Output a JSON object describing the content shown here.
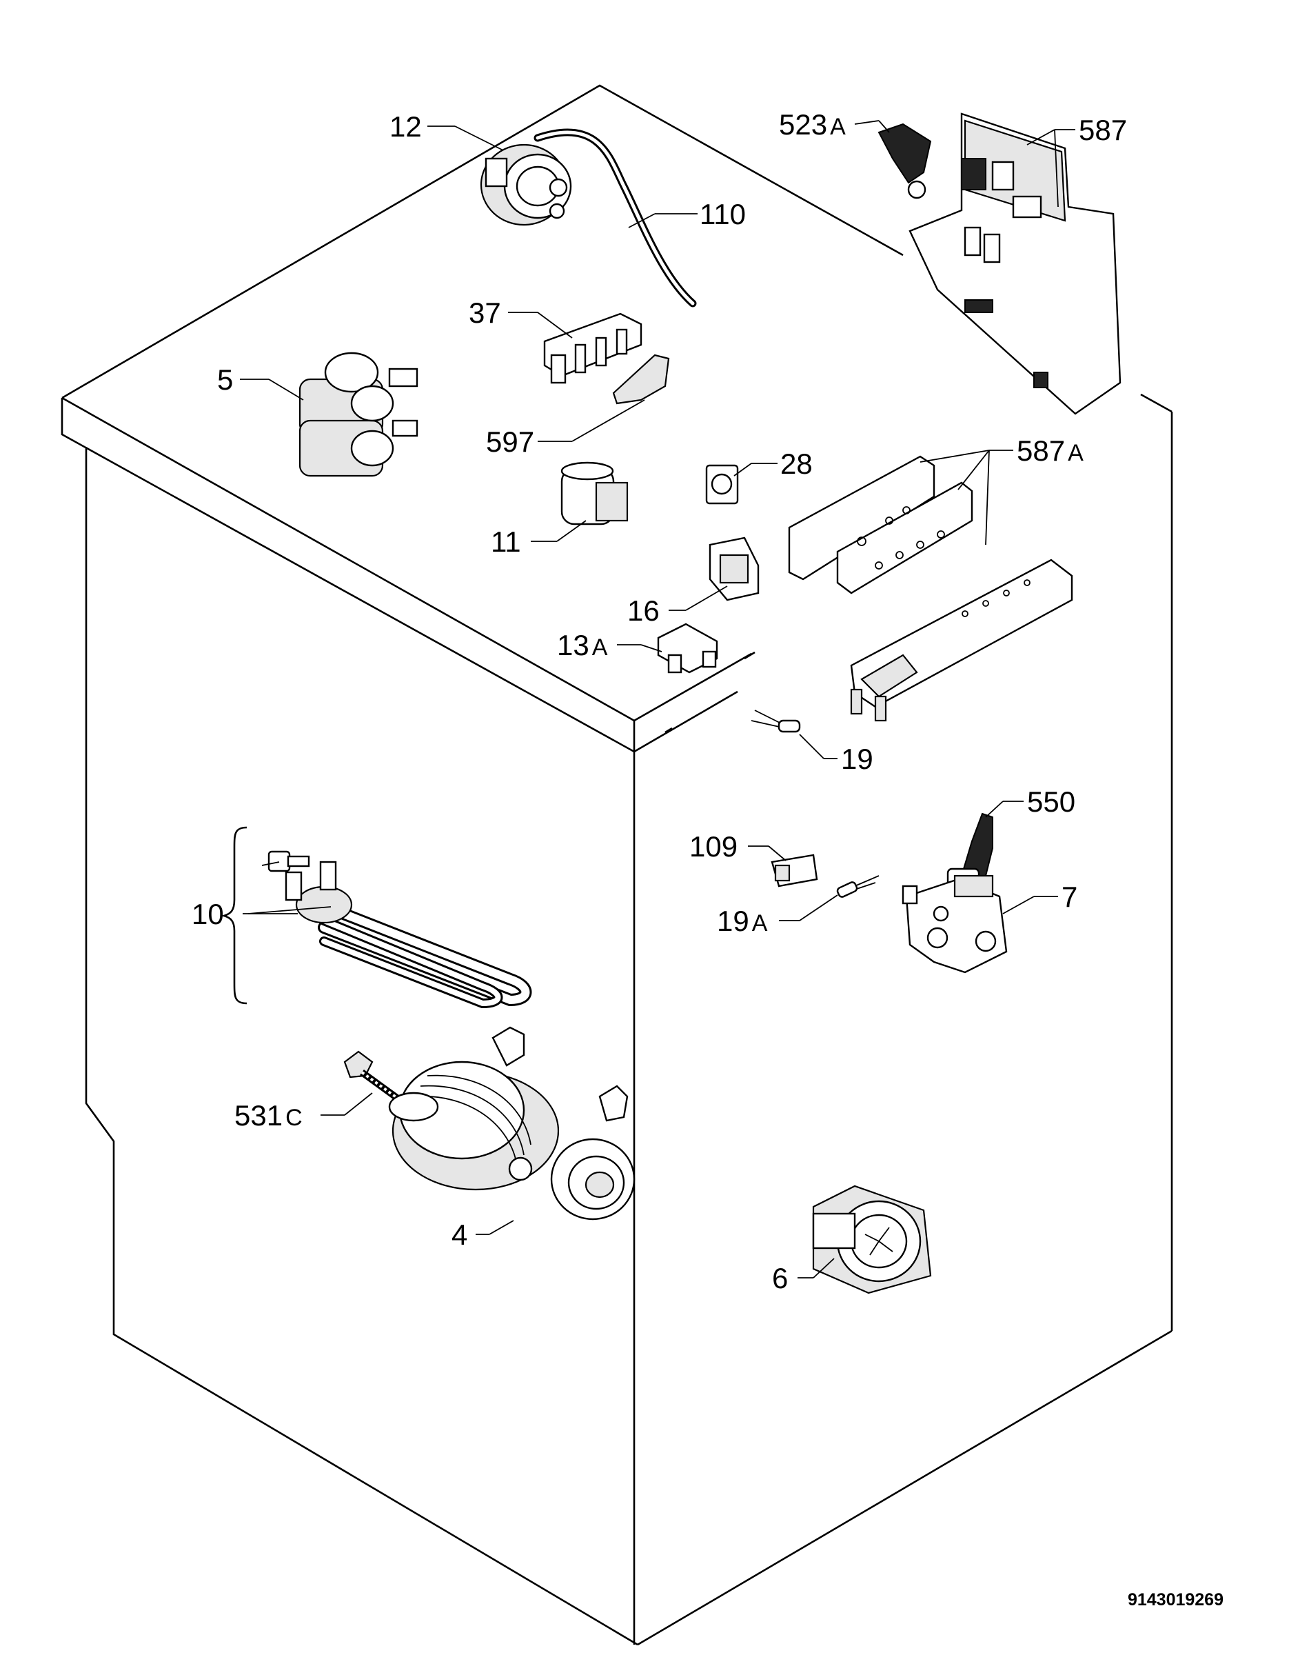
{
  "document_id": "9143019269",
  "callouts": [
    {
      "id": "12",
      "text": "12"
    },
    {
      "id": "110",
      "text": "110"
    },
    {
      "id": "523a",
      "text": "523",
      "suffix": "A"
    },
    {
      "id": "587",
      "text": "587"
    },
    {
      "id": "37",
      "text": "37"
    },
    {
      "id": "5",
      "text": "5"
    },
    {
      "id": "597",
      "text": "597"
    },
    {
      "id": "28",
      "text": "28"
    },
    {
      "id": "587a",
      "text": "587",
      "suffix": "A"
    },
    {
      "id": "11",
      "text": "11"
    },
    {
      "id": "16",
      "text": "16"
    },
    {
      "id": "13a",
      "text": "13",
      "suffix": "A"
    },
    {
      "id": "19",
      "text": "19"
    },
    {
      "id": "550",
      "text": "550"
    },
    {
      "id": "109",
      "text": "109"
    },
    {
      "id": "10",
      "text": "10"
    },
    {
      "id": "19a",
      "text": "19",
      "suffix": "A"
    },
    {
      "id": "7",
      "text": "7"
    },
    {
      "id": "531c",
      "text": "531",
      "suffix": "C"
    },
    {
      "id": "4",
      "text": "4"
    },
    {
      "id": "6",
      "text": "6"
    }
  ]
}
